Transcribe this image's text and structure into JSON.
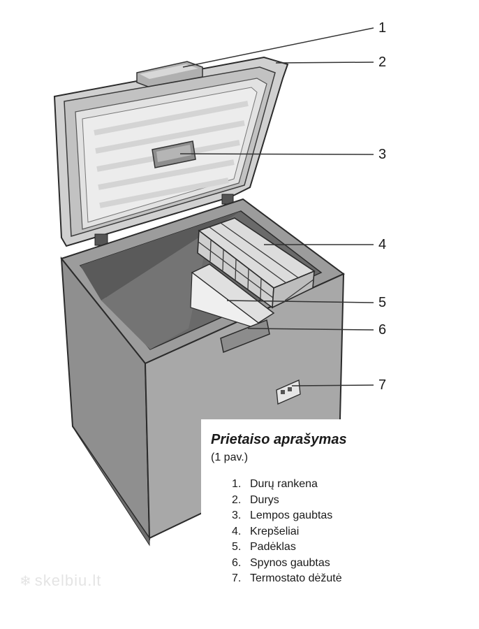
{
  "legend": {
    "title": "Prietaiso aprašymas",
    "subtitle": "(1 pav.)",
    "items": [
      {
        "num": "1.",
        "label": "Durų rankena"
      },
      {
        "num": "2.",
        "label": "Durys"
      },
      {
        "num": "3.",
        "label": "Lempos gaubtas"
      },
      {
        "num": "4.",
        "label": "Krepšeliai"
      },
      {
        "num": "5.",
        "label": "Padėklas"
      },
      {
        "num": "6.",
        "label": "Spynos gaubtas"
      },
      {
        "num": "7.",
        "label": "Termostato dėžutė"
      }
    ]
  },
  "callouts": [
    "1",
    "2",
    "3",
    "4",
    "5",
    "6",
    "7"
  ],
  "watermark": {
    "text": "skelbiu.lt",
    "icon": "snowflake-icon"
  },
  "colors": {
    "body": "#a8a8a8",
    "body_dark": "#8f8f8f",
    "interior": "#6a6a6a",
    "lid": "#d2d2d2",
    "lid_panel": "#e6e6e6",
    "outline": "#2b2b2b",
    "leader": "#333333"
  }
}
